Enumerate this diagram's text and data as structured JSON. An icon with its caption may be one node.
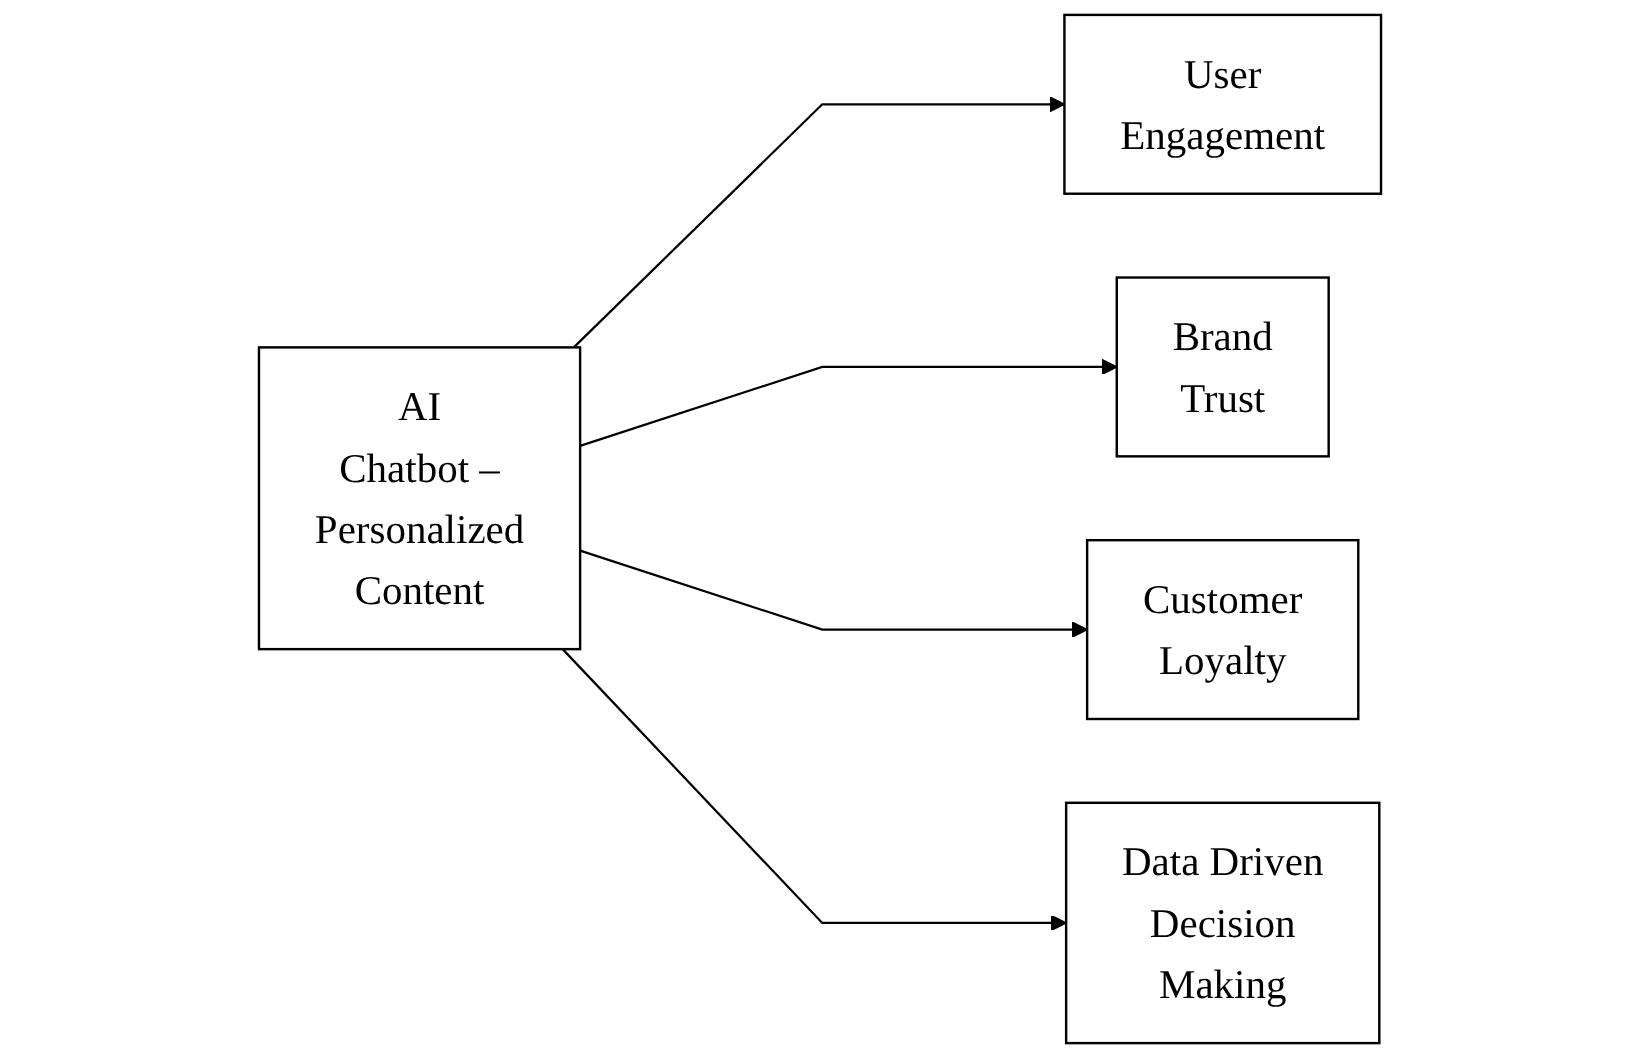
{
  "diagram": {
    "nodes": [
      {
        "text": [
          "AI Chatbot – Personalized Content"
        ]
      },
      {
        "text": [
          "User Engagement"
        ]
      },
      {
        "text": [
          "Brand Trust"
        ]
      },
      {
        "text": [
          "Customer Loyalty"
        ]
      },
      {
        "text": [
          "Data Driven Decision Making"
        ]
      }
    ],
    "edges": [
      {
        "from": 0,
        "to": 1,
        "arrow": "to"
      },
      {
        "from": 0,
        "to": 2,
        "arrow": "to"
      },
      {
        "from": 0,
        "to": 3,
        "arrow": "to"
      },
      {
        "from": 0,
        "to": 4,
        "arrow": "to"
      }
    ]
  }
}
